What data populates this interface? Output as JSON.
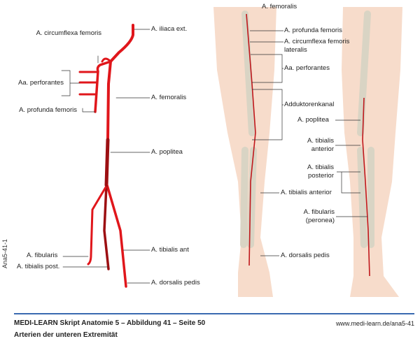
{
  "schematic": {
    "labels": {
      "iliaca": "A. iliaca ext.",
      "circumflexa": "A. circumflexa femoris",
      "perforantes": "Aa. perforantes",
      "profunda": "A. profunda femoris",
      "femoralis": "A. femoralis",
      "poplitea": "A. poplitea",
      "fibularis": "A. fibularis",
      "tibialis_post": "A. tibialis post.",
      "tibialis_ant": "A. tibialis ant",
      "dorsalis": "A. dorsalis pedis"
    }
  },
  "illustration": {
    "labels": {
      "femoralis": "A. femoralis",
      "profunda": "A. profunda femoris",
      "circumflexa_lat": "A. circumflexa femoris lateralis",
      "perforantes": "Aa. perforantes",
      "adduktorenkanal": "Adduktorenkanal",
      "poplitea": "A. poplitea",
      "tibialis_anterior_back": "A. tibialis anterior",
      "tibialis_posterior": "A. tibialis posterior",
      "tibialis_anterior": "A. tibialis anterior",
      "fibularis": "A. fibularis (peronea)",
      "dorsalis": "A. dorsalis pedis"
    }
  },
  "side_label": "Ana5-41-1",
  "footer": {
    "title": "MEDI-LEARN Skript Anatomie 5 – Abbildung 41 – Seite 50",
    "url": "www.medi-learn.de/ana5-41",
    "subtitle": "Arterien der unteren Extremität"
  },
  "colors": {
    "artery": "#e0161b",
    "artery_dark": "#9c0f12",
    "rule": "#3a6ab0",
    "skin": "#f7dccb",
    "bone": "#d9d4c4"
  }
}
